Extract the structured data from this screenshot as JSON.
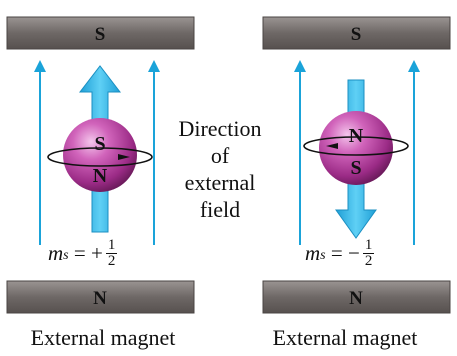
{
  "diagram": {
    "left_panel": {
      "top_magnet_label": "S",
      "bottom_magnet_label": "N",
      "spin_top_letter": "S",
      "spin_bottom_letter": "N",
      "spin_direction": "up",
      "quantum_symbol": "m",
      "quantum_subscript": "s",
      "quantum_relation": " = +",
      "fraction_num": "1",
      "fraction_den": "2",
      "caption": "External magnet"
    },
    "right_panel": {
      "top_magnet_label": "S",
      "bottom_magnet_label": "N",
      "spin_top_letter": "N",
      "spin_bottom_letter": "S",
      "spin_direction": "down",
      "quantum_symbol": "m",
      "quantum_subscript": "s",
      "quantum_relation": " = −",
      "fraction_num": "1",
      "fraction_den": "2",
      "caption": "External magnet"
    },
    "center_label_lines": [
      "Direction",
      "of",
      "external",
      "field"
    ],
    "colors": {
      "magnet_fill": "#7a7472",
      "field_line": "#1aa3d9",
      "spin_arrow": "#3bb7e8",
      "sphere_main": "#b0349a"
    }
  }
}
